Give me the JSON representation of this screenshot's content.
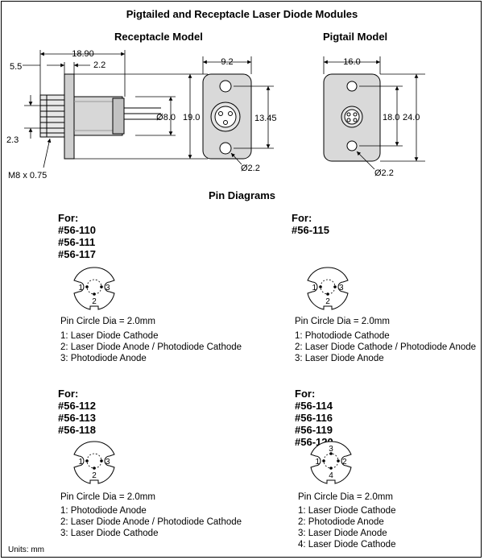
{
  "header": {
    "title": "Pigtailed and Receptacle Laser Diode Modules"
  },
  "receptacle": {
    "title": "Receptacle Model",
    "dims": {
      "length": "18.90",
      "flange_offset": "5.5",
      "flange_thick": "2.2",
      "thread_step": "2.3",
      "thread": "M8 x 0.75",
      "body_dia": "Ø8.0",
      "height": "19.0",
      "hole_spacing": "13.45",
      "width": "9.2",
      "hole_dia": "Ø2.2"
    }
  },
  "pigtail": {
    "title": "Pigtail Model",
    "dims": {
      "width": "16.0",
      "hole_spacing": "18.0",
      "height": "24.0",
      "hole_dia": "Ø2.2"
    }
  },
  "pins": {
    "title": "Pin Diagrams",
    "groups": [
      {
        "for_label": "For:",
        "models": [
          "#56-110",
          "#56-111",
          "#56-117"
        ],
        "pin_labels": [
          "1",
          "3",
          "2"
        ],
        "pin_circle": "Pin Circle Dia = 2.0mm",
        "assignments": [
          "1: Laser Diode Cathode",
          "2: Laser Diode Anode / Photodiode Cathode",
          "3: Photodiode Anode"
        ]
      },
      {
        "for_label": "For:",
        "models": [
          "#56-115"
        ],
        "pin_labels": [
          "1",
          "3",
          "2"
        ],
        "pin_circle": "Pin Circle Dia = 2.0mm",
        "assignments": [
          "1: Photodiode Cathode",
          "2: Laser Diode Cathode / Photodiode Anode",
          "3: Laser Diode Anode"
        ]
      },
      {
        "for_label": "For:",
        "models": [
          "#56-112",
          "#56-113",
          "#56-118"
        ],
        "pin_labels": [
          "1",
          "3",
          "2"
        ],
        "pin_circle": "Pin Circle Dia = 2.0mm",
        "assignments": [
          "1: Photodiode Anode",
          "2: Laser Diode Anode / Photodiode Cathode",
          "3: Laser Diode Cathode"
        ]
      },
      {
        "for_label": "For:",
        "models": [
          "#56-114",
          "#56-116",
          "#56-119",
          "#56-120"
        ],
        "pin_labels": [
          "1",
          "3",
          "2",
          "4"
        ],
        "pin_circle": "Pin Circle Dia = 2.0mm",
        "assignments": [
          "1: Laser Diode Cathode",
          "2: Photodiode Anode",
          "3: Laser Diode Anode",
          "4: Laser Diode Cathode"
        ]
      }
    ]
  },
  "footer": {
    "units": "Units: mm"
  }
}
